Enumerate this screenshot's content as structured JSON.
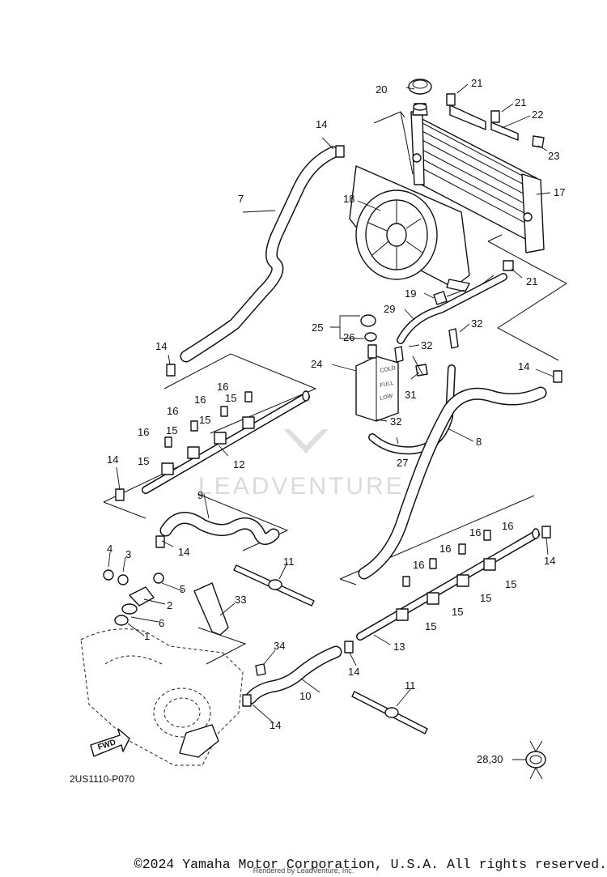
{
  "diagram": {
    "ref_code": "2US1110-P070",
    "fwd_label": "FWD",
    "watermark": "LEADVENTURE",
    "callouts": {
      "c1": "1",
      "c2": "2",
      "c3": "3",
      "c4": "4",
      "c5": "5",
      "c6": "6",
      "c7": "7",
      "c8": "8",
      "c9": "9",
      "c10": "10",
      "c11a": "11",
      "c11b": "11",
      "c12": "12",
      "c13": "13",
      "c14a": "14",
      "c14b": "14",
      "c14c": "14",
      "c14d": "14",
      "c14e": "14",
      "c14f": "14",
      "c14g": "14",
      "c14h": "14",
      "c15a": "15",
      "c15b": "15",
      "c15c": "15",
      "c15d": "15",
      "c15e": "15",
      "c15f": "15",
      "c15g": "15",
      "c15h": "15",
      "c16a": "16",
      "c16b": "16",
      "c16c": "16",
      "c16d": "16",
      "c16e": "16",
      "c16f": "16",
      "c16g": "16",
      "c16h": "16",
      "c17": "17",
      "c18": "18",
      "c19": "19",
      "c20": "20",
      "c21a": "21",
      "c21b": "21",
      "c21c": "21",
      "c22": "22",
      "c23": "23",
      "c24": "24",
      "c25": "25",
      "c26": "26",
      "c27": "27",
      "c28_30": "28,30",
      "c29": "29",
      "c31": "31",
      "c32a": "32",
      "c32b": "32",
      "c32c": "32",
      "c33": "33",
      "c34": "34"
    },
    "tank_labels": [
      "COLD",
      "FULL",
      "LOW"
    ]
  },
  "footer": {
    "copyright": "©2024 Yamaha Motor Corporation, U.S.A. All rights reserved.",
    "rendered_by": "Rendered by LeadVenture, Inc."
  }
}
